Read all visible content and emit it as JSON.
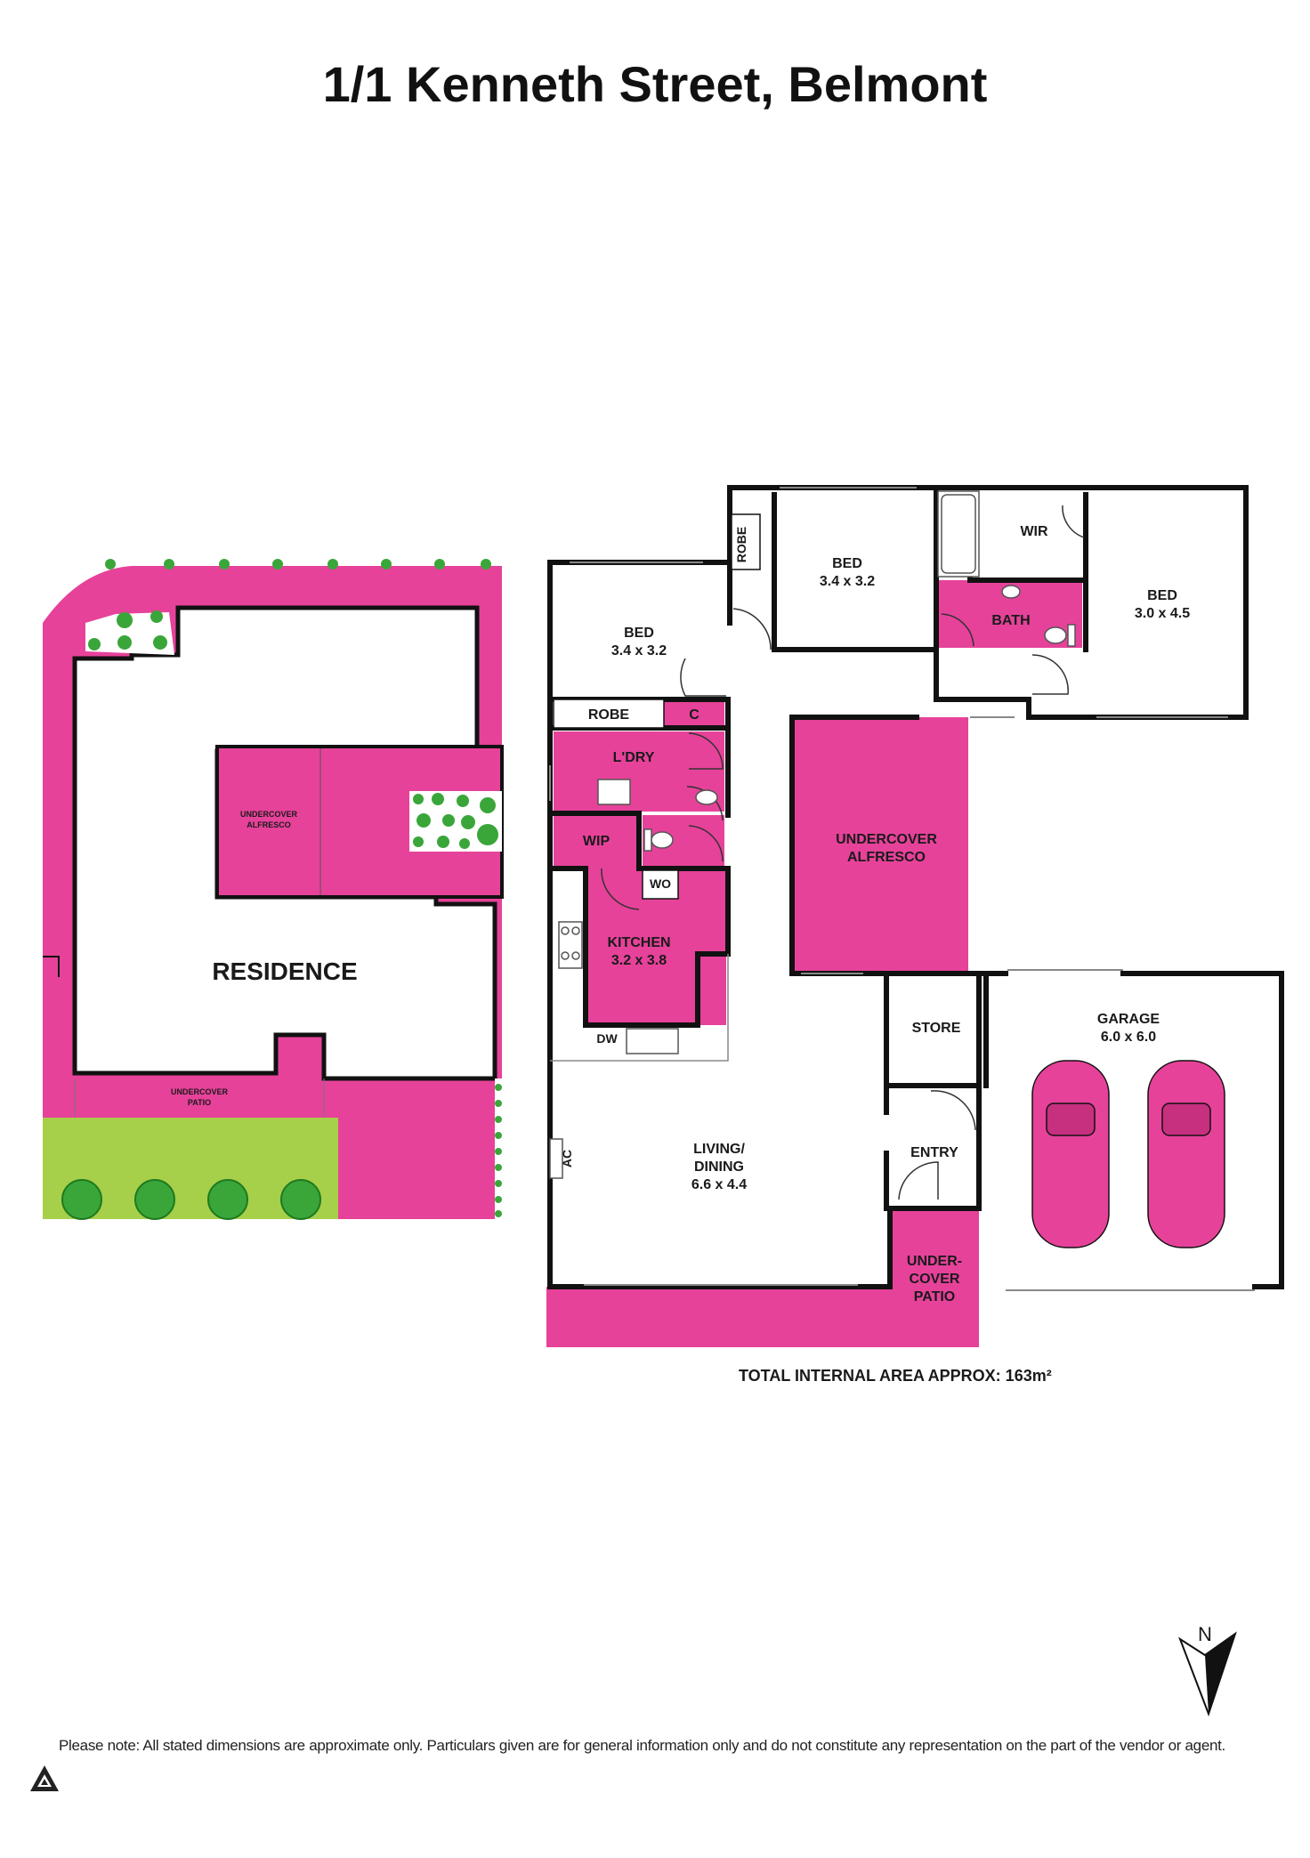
{
  "title": "1/1 Kenneth Street, Belmont",
  "site_plan": {
    "residence": "RESIDENCE",
    "alfresco_line1": "UNDERCOVER",
    "alfresco_line2": "ALFRESCO",
    "patio_line1": "UNDERCOVER",
    "patio_line2": "PATIO"
  },
  "rooms": {
    "bed1_name": "BED",
    "bed1_dim": "3.4 x 3.2",
    "bed2_name": "BED",
    "bed2_dim": "3.4 x 3.2",
    "bed3_name": "BED",
    "bed3_dim": "3.0 x 4.5",
    "robe1": "ROBE",
    "robe2": "ROBE",
    "wir": "WIR",
    "bath": "BATH",
    "c": "C",
    "ldry": "L'DRY",
    "wip": "WIP",
    "wo": "WO",
    "kitchen_name": "KITCHEN",
    "kitchen_dim": "3.2 x 3.8",
    "dw": "DW",
    "ac": "AC",
    "living_line1": "LIVING/",
    "living_line2": "DINING",
    "living_dim": "6.6 x 4.4",
    "alfresco_line1": "UNDERCOVER",
    "alfresco_line2": "ALFRESCO",
    "store": "STORE",
    "garage_name": "GARAGE",
    "garage_dim": "6.0 x 6.0",
    "entry": "ENTRY",
    "patio_line1": "UNDER-",
    "patio_line2": "COVER",
    "patio_line3": "PATIO"
  },
  "area_note": "TOTAL INTERNAL AREA APPROX: 163m²",
  "compass": "N",
  "disclaimer": "Please note: All stated dimensions are approximate only. Particulars given are for general information only and do not constitute any representation on the part of the vendor or agent.",
  "colors": {
    "accent": "#e6429a",
    "lawn": "#a6cf4a",
    "tree": "#3aa63a",
    "wall": "#111111"
  }
}
